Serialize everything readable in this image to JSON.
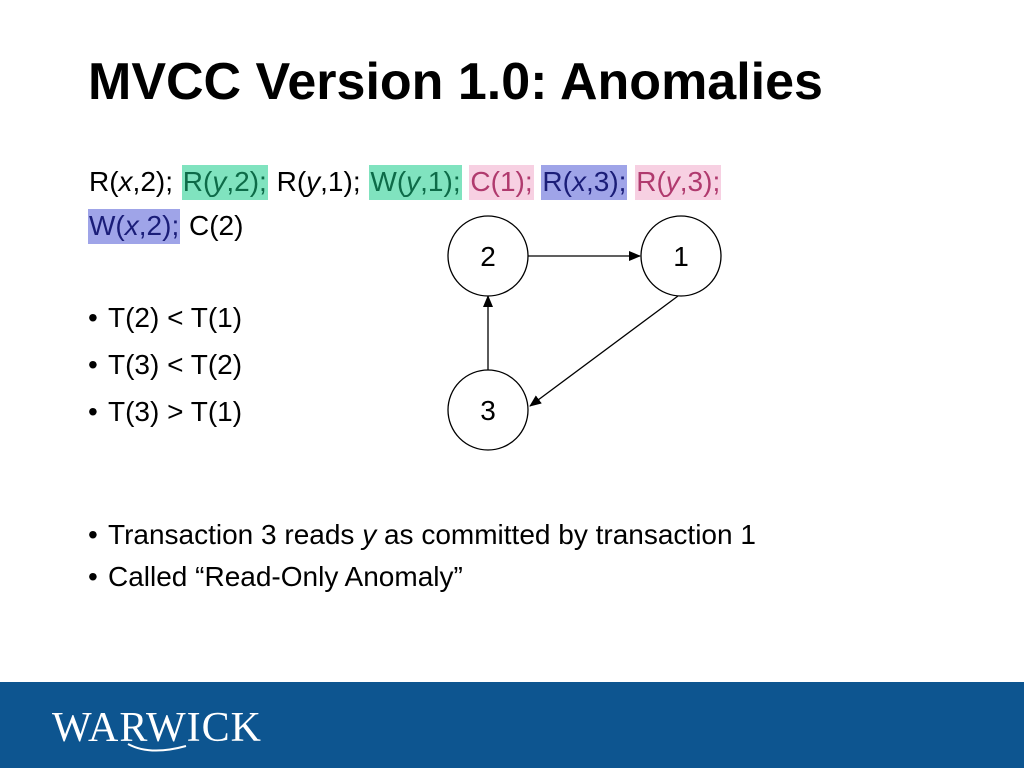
{
  "slide": {
    "title": "MVCC Version 1.0: Anomalies"
  },
  "schedule": {
    "ops": [
      {
        "pre": "R(",
        "var": "x",
        "post": ",2);",
        "style": "plain"
      },
      {
        "pre": "R(",
        "var": "y",
        "post": ",2);",
        "style": "teal"
      },
      {
        "pre": "R(",
        "var": "y",
        "post": ",1);",
        "style": "plain"
      },
      {
        "pre": "W(",
        "var": "y",
        "post": ",1);",
        "style": "teal"
      },
      {
        "pre": "C(1);",
        "var": "",
        "post": "",
        "style": "pink"
      },
      {
        "pre": "R(",
        "var": "x",
        "post": ",3);",
        "style": "blue"
      },
      {
        "pre": "R(",
        "var": "y",
        "post": ",3);",
        "style": "pink"
      },
      {
        "pre": "W(",
        "var": "x",
        "post": ",2);",
        "style": "blue"
      },
      {
        "pre": "C(2)",
        "var": "",
        "post": "",
        "style": "plain"
      }
    ]
  },
  "bullets_timestamps": [
    {
      "marker": "•",
      "text": "T(2) < T(1)"
    },
    {
      "marker": "•",
      "text": "T(3) < T(2)"
    },
    {
      "marker": "•",
      "text": "T(3) > T(1)"
    }
  ],
  "bullets_notes": [
    {
      "marker": "•",
      "before": "Transaction 3 reads ",
      "var": "y",
      "after": " as committed by transaction 1"
    },
    {
      "marker": "•",
      "before": "Called “Read-Only Anomaly”",
      "var": "",
      "after": ""
    }
  ],
  "graph": {
    "nodes": [
      {
        "id": "2",
        "label": "2"
      },
      {
        "id": "1",
        "label": "1"
      },
      {
        "id": "3",
        "label": "3"
      }
    ],
    "edges": [
      {
        "from": "2",
        "to": "1"
      },
      {
        "from": "1",
        "to": "3"
      },
      {
        "from": "3",
        "to": "2"
      }
    ]
  },
  "footer": {
    "logo_text": "WARWICK"
  },
  "colors": {
    "teal_highlight": "#80e3bf",
    "pink_highlight": "#f7d0e2",
    "blue_highlight": "#9fa4e8",
    "footer_bar": "#0d5590"
  }
}
